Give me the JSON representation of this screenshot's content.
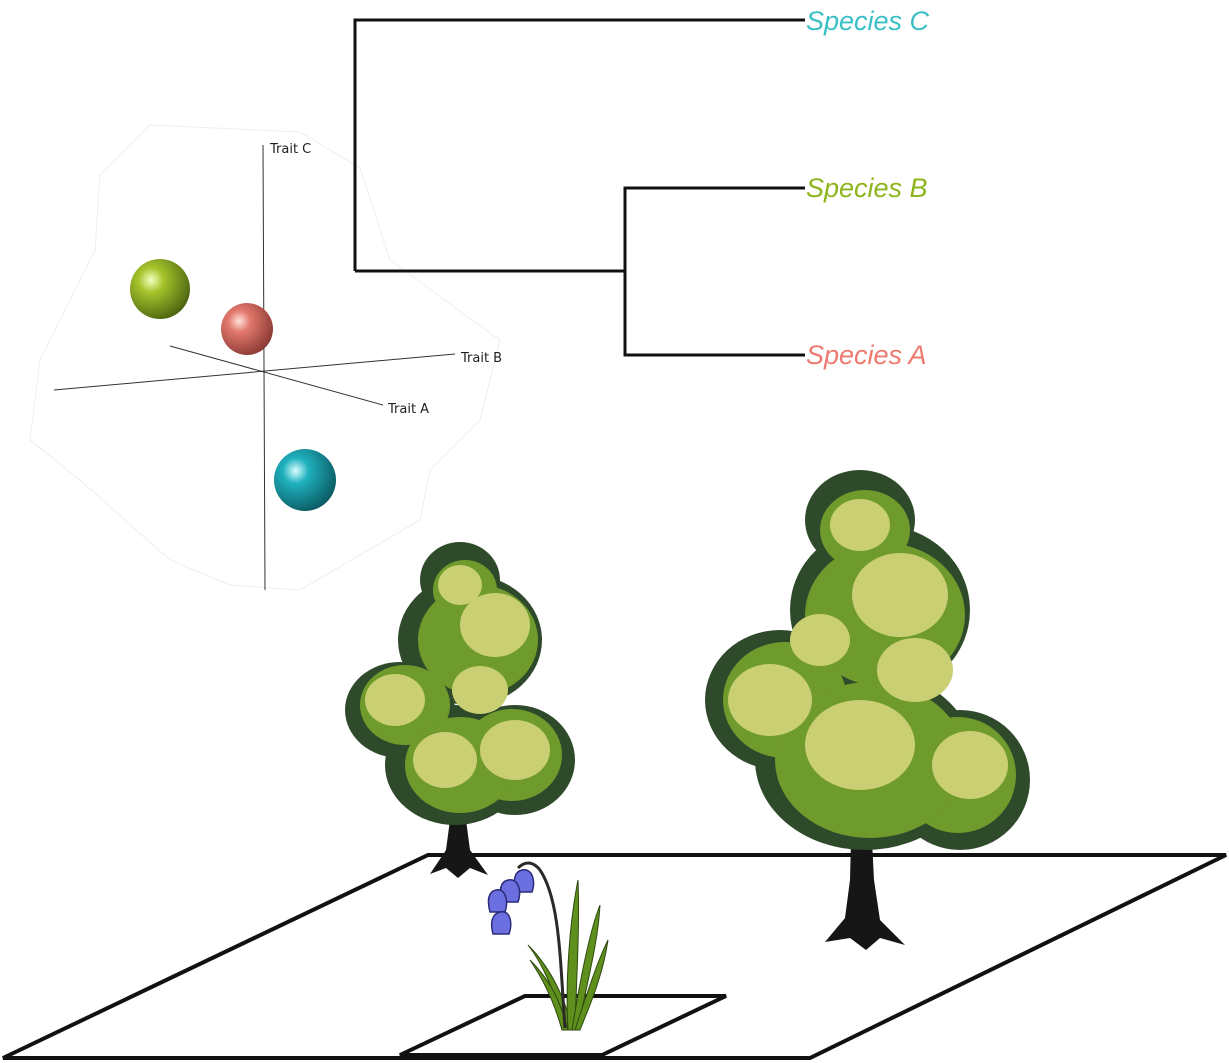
{
  "phylogeny": {
    "tips": [
      {
        "label": "Species C",
        "color": "#3bbfc6"
      },
      {
        "label": "Species B",
        "color": "#8db51c"
      },
      {
        "label": "Species A",
        "color": "#ec7a6e"
      }
    ]
  },
  "trait_space": {
    "axes": {
      "a": "Trait A",
      "b": "Trait B",
      "c": "Trait C"
    },
    "points": [
      {
        "species": "Species B",
        "color": "#8db51c"
      },
      {
        "species": "Species A",
        "color": "#ec7a6e"
      },
      {
        "species": "Species C",
        "color": "#22aab8"
      }
    ]
  },
  "scene": {
    "plants": [
      {
        "kind": "tree",
        "name": "small-tree"
      },
      {
        "kind": "tree",
        "name": "large-tree"
      },
      {
        "kind": "flower",
        "name": "bluebell",
        "flower_color": "#6b6fe0"
      }
    ],
    "colors": {
      "foliage_light": "#c9cf72",
      "foliage_mid": "#6f9a2c",
      "foliage_dark": "#2f4a2b",
      "trunk": "#161616"
    }
  }
}
